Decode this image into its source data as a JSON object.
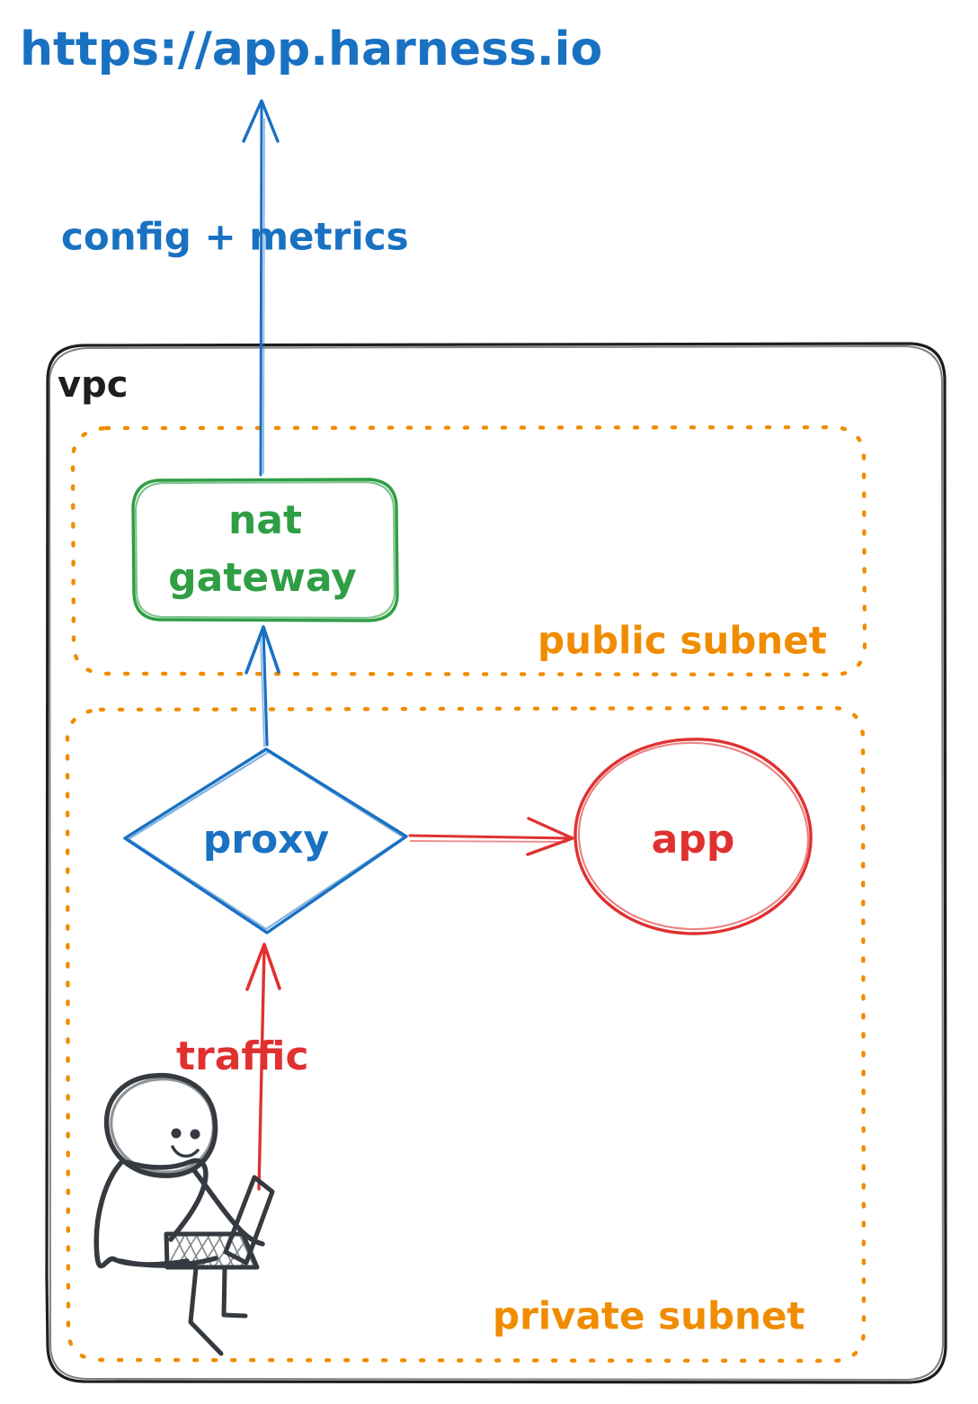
{
  "diagram": {
    "title": "https://app.harness.io",
    "title_color": "#1971c2",
    "palette": {
      "blue": "#1971c2",
      "green": "#2f9e44",
      "orange": "#f08c00",
      "red": "#e03131",
      "ink": "#343a40",
      "black": "#1e1e1e",
      "background": "#ffffff"
    },
    "nodes": [
      {
        "id": "endpoint-label",
        "label": "https://app.harness.io",
        "shape": "text",
        "color": "#1971c2"
      },
      {
        "id": "vpc",
        "label": "vpc",
        "shape": "rounded-rectangle",
        "color": "#1e1e1e",
        "stroke_style": "solid"
      },
      {
        "id": "public-subnet",
        "label": "public subnet",
        "shape": "rounded-rectangle",
        "color": "#f08c00",
        "stroke_style": "dotted"
      },
      {
        "id": "private-subnet",
        "label": "private subnet",
        "shape": "rounded-rectangle",
        "color": "#f08c00",
        "stroke_style": "dotted"
      },
      {
        "id": "nat-gateway",
        "label_line1": "nat",
        "label_line2": "gateway",
        "label": "nat gateway",
        "shape": "rounded-rectangle",
        "color": "#2f9e44"
      },
      {
        "id": "proxy",
        "label": "proxy",
        "shape": "diamond",
        "color": "#1971c2"
      },
      {
        "id": "app",
        "label": "app",
        "shape": "ellipse",
        "color": "#e03131"
      },
      {
        "id": "user",
        "label": "person-with-laptop",
        "shape": "sketch-figure",
        "color": "#343a40"
      }
    ],
    "edges": [
      {
        "id": "nat-to-endpoint",
        "from": "nat-gateway",
        "to": "endpoint-label",
        "label": "config + metrics",
        "color": "#1971c2",
        "direction": "up"
      },
      {
        "id": "proxy-to-nat",
        "from": "proxy",
        "to": "nat-gateway",
        "label": "",
        "color": "#1971c2",
        "direction": "up"
      },
      {
        "id": "proxy-to-app",
        "from": "proxy",
        "to": "app",
        "label": "",
        "color": "#e03131",
        "direction": "right"
      },
      {
        "id": "user-to-proxy",
        "from": "user",
        "to": "proxy",
        "label": "traffic",
        "color": "#e03131",
        "direction": "up"
      }
    ],
    "labels": {
      "config_metrics": "config + metrics",
      "traffic": "traffic",
      "vpc": "vpc",
      "public_subnet": "public subnet",
      "private_subnet": "private subnet",
      "nat_line1": "nat",
      "nat_line2": "gateway",
      "proxy": "proxy",
      "app": "app"
    }
  }
}
